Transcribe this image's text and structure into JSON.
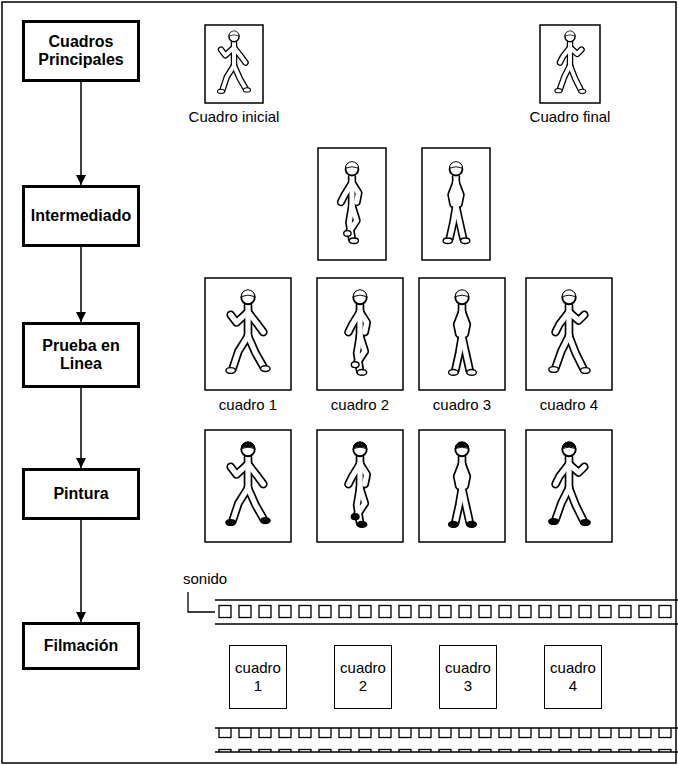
{
  "diagram": {
    "nodes": [
      {
        "text": [
          "Cuadros Principales"
        ]
      },
      {
        "text": [
          "Intermediado"
        ]
      },
      {
        "text": [
          "Prueba en Linea"
        ]
      },
      {
        "text": [
          "Pintura"
        ]
      },
      {
        "text": [
          "Filmación"
        ]
      },
      {
        "text": [
          "cuadro 1"
        ]
      },
      {
        "text": [
          "cuadro 2"
        ]
      },
      {
        "text": [
          "cuadro 3"
        ]
      },
      {
        "text": [
          "cuadro 4"
        ]
      }
    ],
    "edges": [
      {
        "from": 0,
        "to": 1,
        "arrow": "to"
      },
      {
        "from": 1,
        "to": 2,
        "arrow": "to"
      },
      {
        "from": 2,
        "to": 3,
        "arrow": "to"
      },
      {
        "from": 3,
        "to": 4,
        "arrow": "to"
      }
    ],
    "labels": [
      "Cuadro inicial",
      "Cuadro final",
      "cuadro 1",
      "cuadro 2",
      "cuadro 3",
      "cuadro 4",
      "sonido"
    ]
  }
}
